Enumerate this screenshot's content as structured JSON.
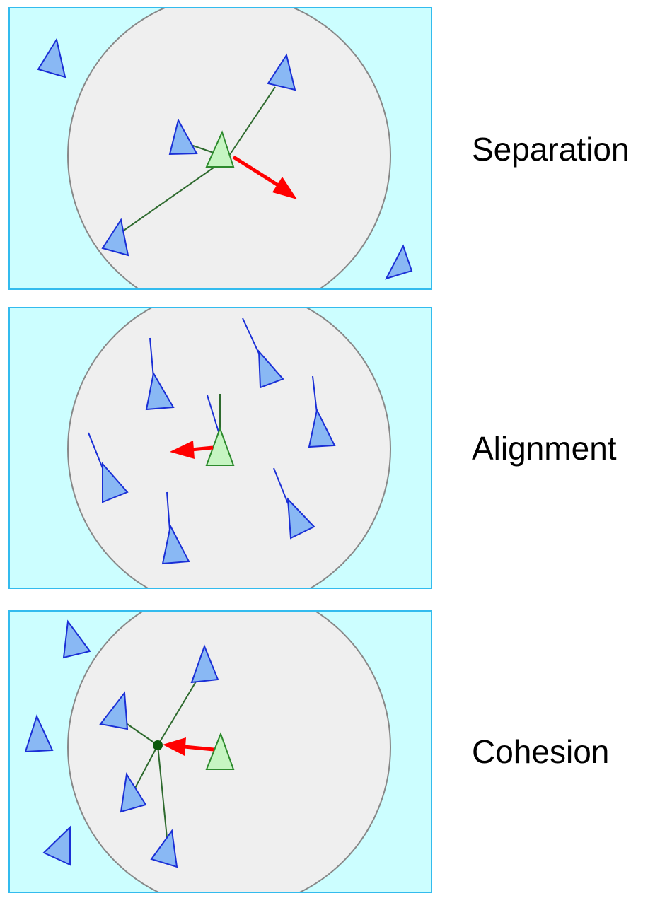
{
  "labels": {
    "separation": "Separation",
    "alignment": "Alignment",
    "cohesion": "Cohesion"
  },
  "colors": {
    "background": "#ccfeff",
    "border": "#33bbee",
    "neighborhood": "#efefef",
    "neighborhood_edge": "#888888",
    "boid_fill": "#89b8f4",
    "boid_edge": "#1a2fd6",
    "focus_fill": "#c6f5c2",
    "focus_edge": "#2d8a2d",
    "link": "#2e6a2e",
    "steer_arrow": "#ff0000",
    "centroid": "#0b5a0b"
  },
  "icons": {
    "boid": "triangle-boid-icon",
    "focus_boid": "green-triangle-boid-icon",
    "steer": "red-arrow-icon",
    "centroid": "center-of-mass-dot-icon"
  }
}
